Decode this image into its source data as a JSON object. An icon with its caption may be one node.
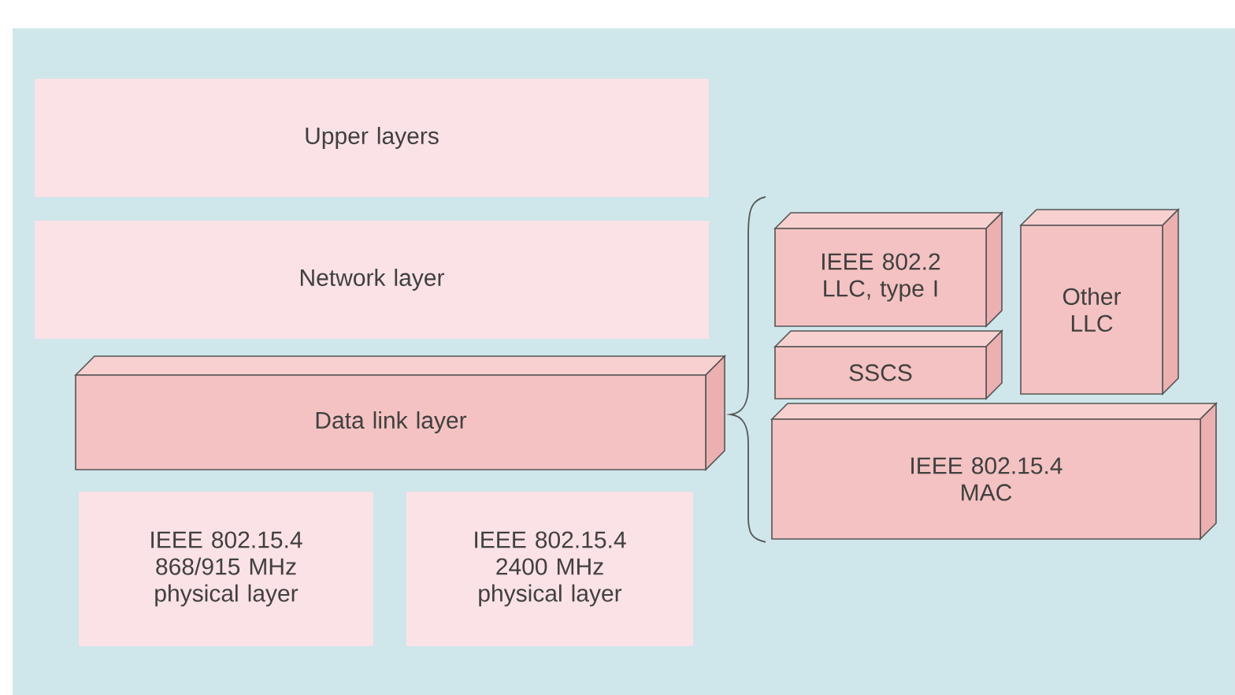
{
  "diagram": {
    "nodes": [
      {
        "text": [
          "Upper layers"
        ]
      },
      {
        "text": [
          "Network layer"
        ]
      },
      {
        "text": [
          "Data link layer"
        ]
      },
      {
        "text": [
          "IEEE 802.15.4 868/915 MHz physical layer"
        ]
      },
      {
        "text": [
          "IEEE 802.15.4 2400 MHz physical layer"
        ]
      },
      {
        "text": [
          "IEEE 802.2 LLC, type I"
        ]
      },
      {
        "text": [
          "Other LLC"
        ]
      },
      {
        "text": [
          "SSCS"
        ]
      },
      {
        "text": [
          "IEEE 802.15.4 MAC"
        ]
      }
    ]
  }
}
